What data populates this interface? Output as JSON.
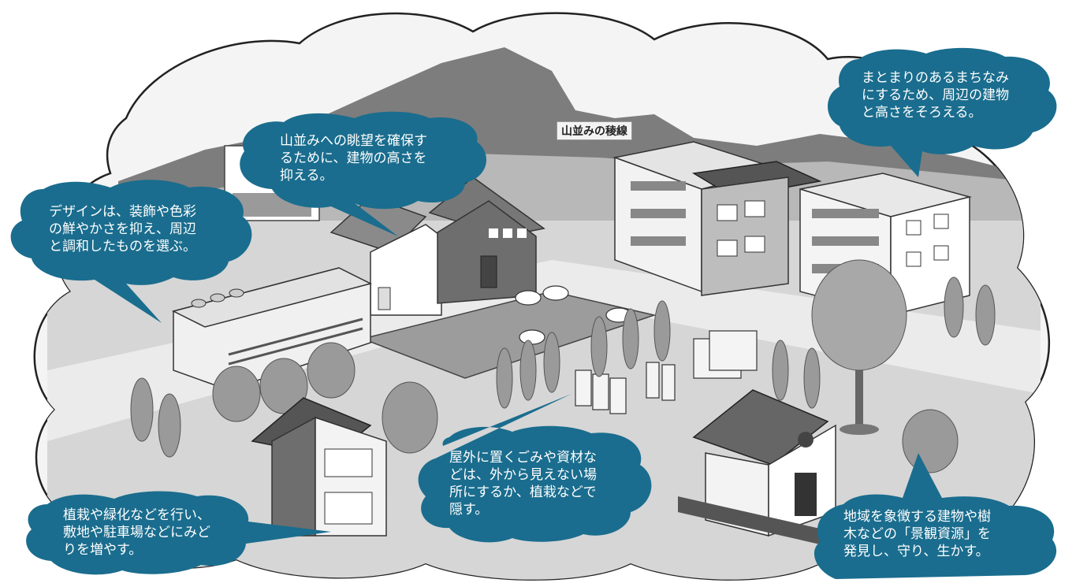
{
  "ridge_label": "山並みの稜線",
  "bubbles": {
    "mountain_view": [
      "山並みへの眺望を確保す",
      "るために、建物の高さを",
      "抑える。"
    ],
    "townscape": [
      "まとまりのあるまちなみ",
      "にするため、周辺の建物",
      "と高さをそろえる。"
    ],
    "design": [
      "デザインは、装飾や色彩",
      "の鮮やかさを抑え、周辺",
      "と調和したものを選ぶ。"
    ],
    "outdoor_storage": [
      "屋外に置くごみや資材な",
      "どは、外から見えない場",
      "所にするか、植栽などで",
      "隠す。"
    ],
    "greening": [
      "植栽や緑化などを行い、",
      "敷地や駐車場などにみど",
      "りを増やす。"
    ],
    "landscape_resource": [
      "地域を象徴する建物や樹",
      "木などの「景観資源」を",
      "発見し、守り、生かす。"
    ]
  },
  "colors": {
    "bubble": "#1a6d8e",
    "scene_gray": "#cfcfcf",
    "mountain": "#7d7d7d",
    "building_dark": "#6e6e6e",
    "tree": "#9a9a9a"
  }
}
